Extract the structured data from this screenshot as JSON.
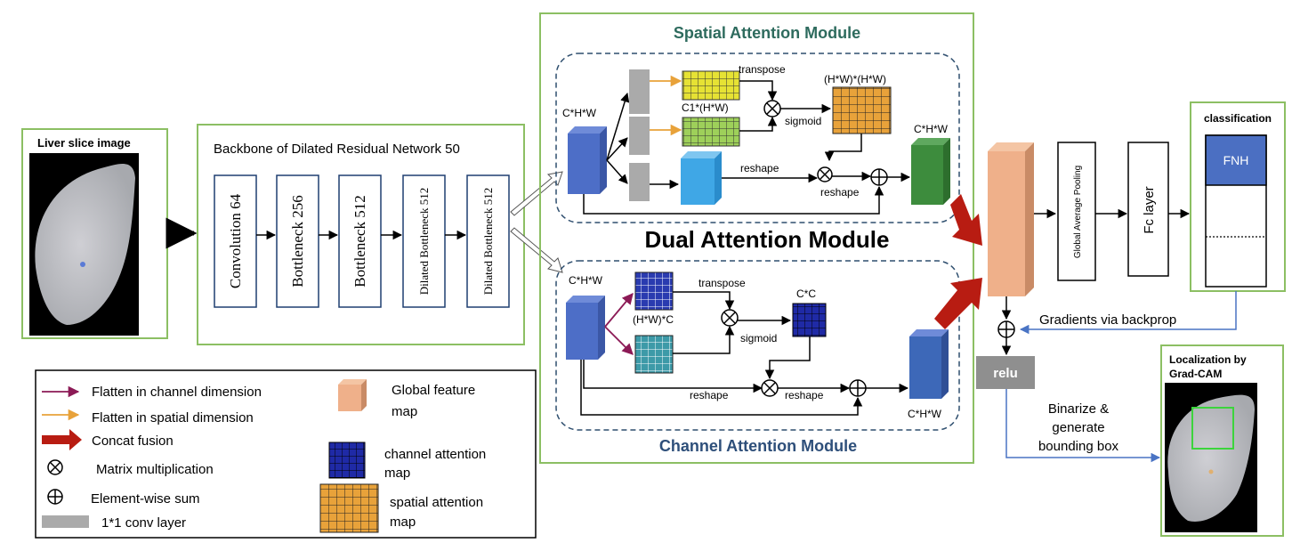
{
  "input_panel": {
    "title": "Liver slice image"
  },
  "backbone": {
    "title": "Backbone of Dilated Residual Network 50",
    "layers": [
      "Convolution 64",
      "Bottleneck 256",
      "Bottleneck 512",
      "Dilated Bottleneck 512",
      "Dilated Bottleneck 512"
    ]
  },
  "spatial_module": {
    "title": "Spatial Attention Module",
    "input_label": "C*H*W",
    "map_label": "C1*(H*W)",
    "transpose_label": "transpose",
    "sigmoid_label": "sigmoid",
    "attention_label": "(H*W)*(H*W)",
    "reshape_label_1": "reshape",
    "reshape_label_2": "reshape",
    "output_label": "C*H*W"
  },
  "dual_module": {
    "title": "Dual Attention Module"
  },
  "channel_module": {
    "title": "Channel Attention Module",
    "input_label": "C*H*W",
    "map_label": "(H*W)*C",
    "transpose_label": "transpose",
    "sigmoid_label": "sigmoid",
    "attention_label": "C*C",
    "reshape_label_1": "reshape",
    "reshape_label_2": "reshape",
    "output_label": "C*H*W"
  },
  "head": {
    "gap_label": "Global Average Pooling",
    "fc_label": "Fc layer",
    "classification_title": "classification",
    "class_label": "FNH",
    "gradients_label": "Gradients via backprop",
    "relu_label": "relu",
    "binarize_label_lines": [
      "Binarize &",
      "generate",
      "bounding box"
    ],
    "localization_title_lines": [
      "Localization by",
      "Grad-CAM"
    ]
  },
  "legend": {
    "flatten_channel": "Flatten in channel dimension",
    "flatten_spatial": "Flatten in spatial dimension",
    "concat": "Concat fusion",
    "matmul": "Matrix multiplication",
    "elementwise": "Element-wise sum",
    "conv": "1*1 conv layer",
    "global_feature_lines": [
      "Global feature",
      "map"
    ],
    "channel_attention_lines": [
      "channel attention",
      "map"
    ],
    "spatial_attention_lines": [
      "spatial attention",
      "map"
    ]
  },
  "colors": {
    "panel_green": "#8cbf63",
    "dash_navy": "#2f4f6f",
    "spatial_title": "#2e6b5e",
    "channel_title": "#2e4f7a",
    "cube_blue": "#4d6ec7",
    "cube_light_blue": "#3fa7e6",
    "cube_green": "#3d8c3d",
    "cube_orange": "#efb08a",
    "map_yellow": "#e6e234",
    "map_green": "#9ed05a",
    "map_orange": "#e8a23a",
    "map_navy": "#1f2aa6",
    "map_teal": "#3d9aa8",
    "concat_red": "#b81c12",
    "flatten_purple": "#8c1a56",
    "flatten_orange": "#e8a23a",
    "fnh_blue": "#4b6fc2",
    "feedback_blue": "#4a74c4",
    "relu_gray": "#8f8f8f"
  }
}
